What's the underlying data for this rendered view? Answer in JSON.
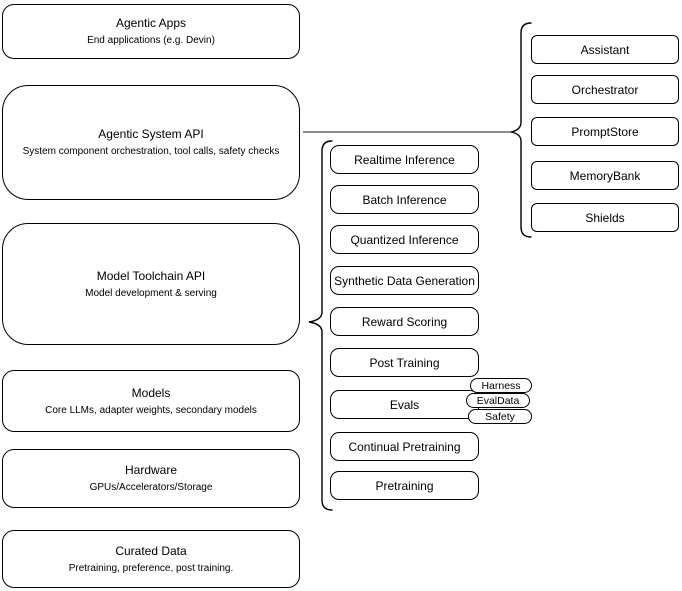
{
  "diagram": {
    "left_column": {
      "boxes": [
        {
          "title": "Agentic Apps",
          "subtitle": "End applications (e.g. Devin)"
        },
        {
          "title": "Agentic System API",
          "subtitle": "System component orchestration, tool calls, safety checks"
        },
        {
          "title": "Model Toolchain API",
          "subtitle": "Model development & serving"
        },
        {
          "title": "Models",
          "subtitle": "Core LLMs, adapter weights, secondary models"
        },
        {
          "title": "Hardware",
          "subtitle": "GPUs/Accelerators/Storage"
        },
        {
          "title": "Curated Data",
          "subtitle": "Pretraining, preference, post training."
        }
      ]
    },
    "toolchain_column": {
      "items": [
        "Realtime Inference",
        "Batch Inference",
        "Quantized Inference",
        "Synthetic Data Generation",
        "Reward Scoring",
        "Post Training",
        "Evals",
        "Continual Pretraining",
        "Pretraining"
      ]
    },
    "eval_tags": [
      "Harness",
      "EvalData",
      "Safety"
    ],
    "system_column": {
      "items": [
        "Assistant",
        "Orchestrator",
        "PromptStore",
        "MemoryBank",
        "Shields"
      ]
    },
    "colors": {
      "background": "#ffffff",
      "box_fill": "#ffffff",
      "box_stroke": "#000000",
      "connector_line": "#666666",
      "bracket_stroke": "#000000",
      "text": "#000000"
    }
  }
}
